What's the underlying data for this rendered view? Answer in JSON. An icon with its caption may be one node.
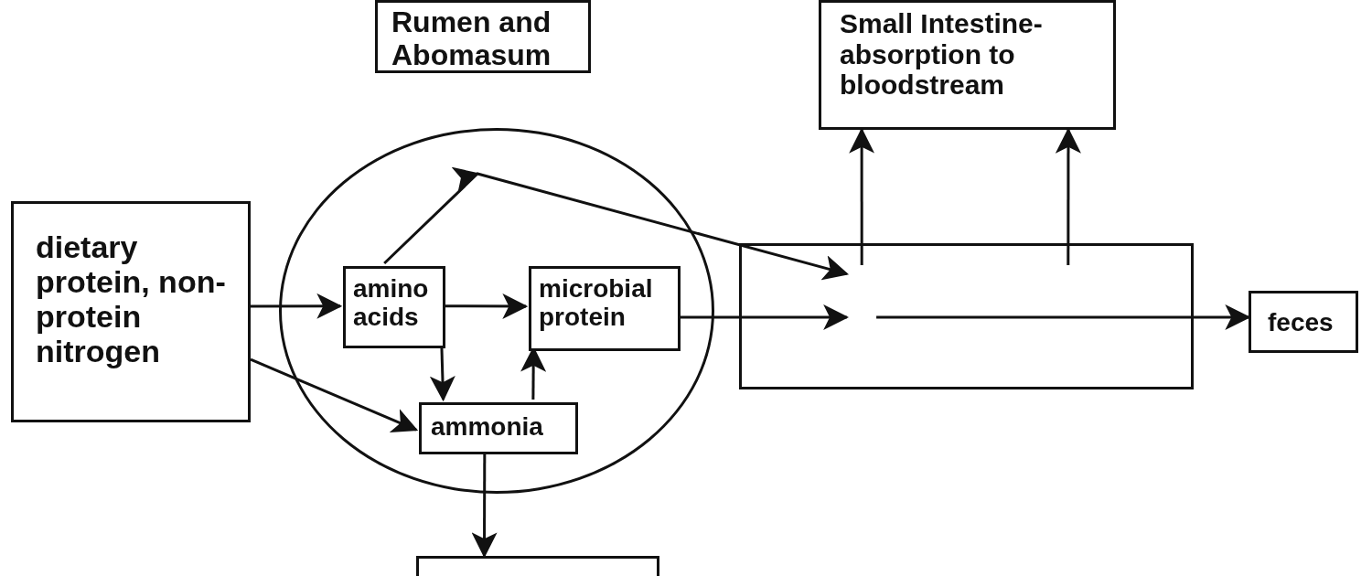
{
  "diagram": {
    "nodes": [
      {
        "text": [
          "Rumen and Abomasum"
        ]
      },
      {
        "text": [
          "Small Intestine- absorption to bloodstream"
        ]
      },
      {
        "text": [],
        "shape": "circle"
      },
      {
        "text": [
          "dietary protein, non-protein nitrogen"
        ]
      },
      {
        "text": [
          "amino acids"
        ],
        "in": 2
      },
      {
        "text": [
          "microbial protein"
        ],
        "in": 2
      },
      {
        "text": [
          "ammonia"
        ],
        "in": 2
      },
      {
        "text": [],
        "shape": "box"
      },
      {
        "text": [
          "feces"
        ]
      },
      {
        "text": [],
        "shape": "box"
      }
    ],
    "edges": [
      {
        "from": 3,
        "to": 4,
        "arrow": "to"
      },
      {
        "from": 3,
        "to": 6,
        "arrow": "to"
      },
      {
        "from": 4,
        "to": 5,
        "arrow": "to"
      },
      {
        "from": 4,
        "to": 6,
        "arrow": "to"
      },
      {
        "from": 6,
        "to": 5,
        "arrow": "to"
      },
      {
        "from": 4,
        "to": 7,
        "arrow": "to"
      },
      {
        "from": 5,
        "to": 7,
        "arrow": "to"
      },
      {
        "from": 7,
        "to": 8,
        "arrow": "to"
      },
      {
        "from": 7,
        "to": 1,
        "arrow": "to"
      },
      {
        "from": 7,
        "to": 1,
        "arrow": "to"
      },
      {
        "from": 6,
        "to": 9,
        "arrow": "to"
      }
    ]
  }
}
